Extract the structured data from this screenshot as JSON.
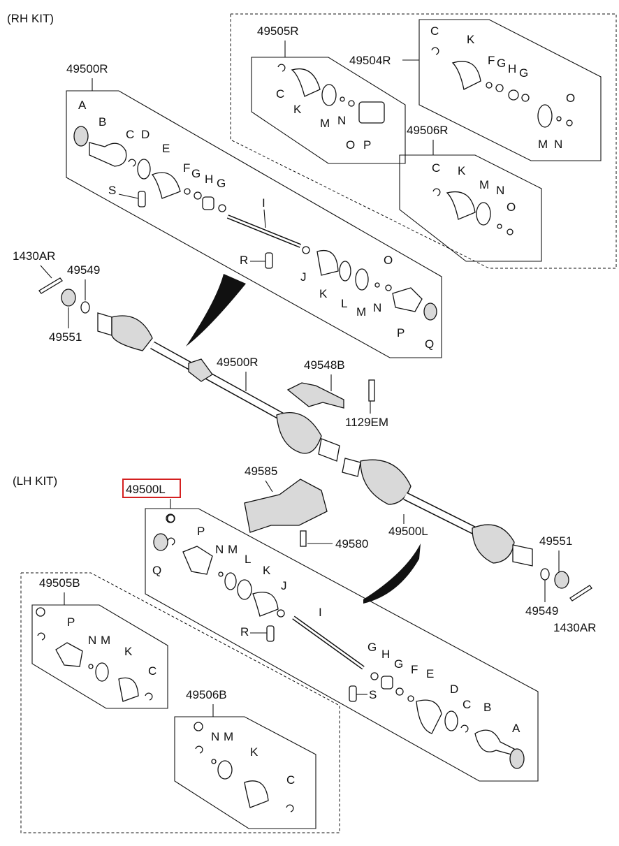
{
  "kits": {
    "rh": "(RH KIT)",
    "lh": "(LH KIT)"
  },
  "assemblies": {
    "rh_main": "49500R",
    "rh_outer": "49505R",
    "rh_inner": "49504R",
    "rh_inner_alt": "49506R",
    "lh_main": "49500L",
    "lh_outer": "49505B",
    "lh_inner": "49506B",
    "shaft_r": "49500R",
    "shaft_l": "49500L"
  },
  "part_numbers": {
    "pin_r": "1430AR",
    "washer_r": "49549",
    "nut_r": "49551",
    "bracket": "49548B",
    "bolt": "1129EM",
    "damper": "49585",
    "bolt_l": "49580",
    "nut_l": "49551",
    "washer_l": "49549",
    "pin_l": "1430AR"
  },
  "letters": {
    "A": "A",
    "B": "B",
    "C": "C",
    "D": "D",
    "E": "E",
    "F": "F",
    "G": "G",
    "H": "H",
    "I": "I",
    "J": "J",
    "K": "K",
    "L": "L",
    "M": "M",
    "N": "N",
    "O": "O",
    "P": "P",
    "Q": "Q",
    "R": "R",
    "S": "S"
  },
  "highlight_color": "#d42020"
}
